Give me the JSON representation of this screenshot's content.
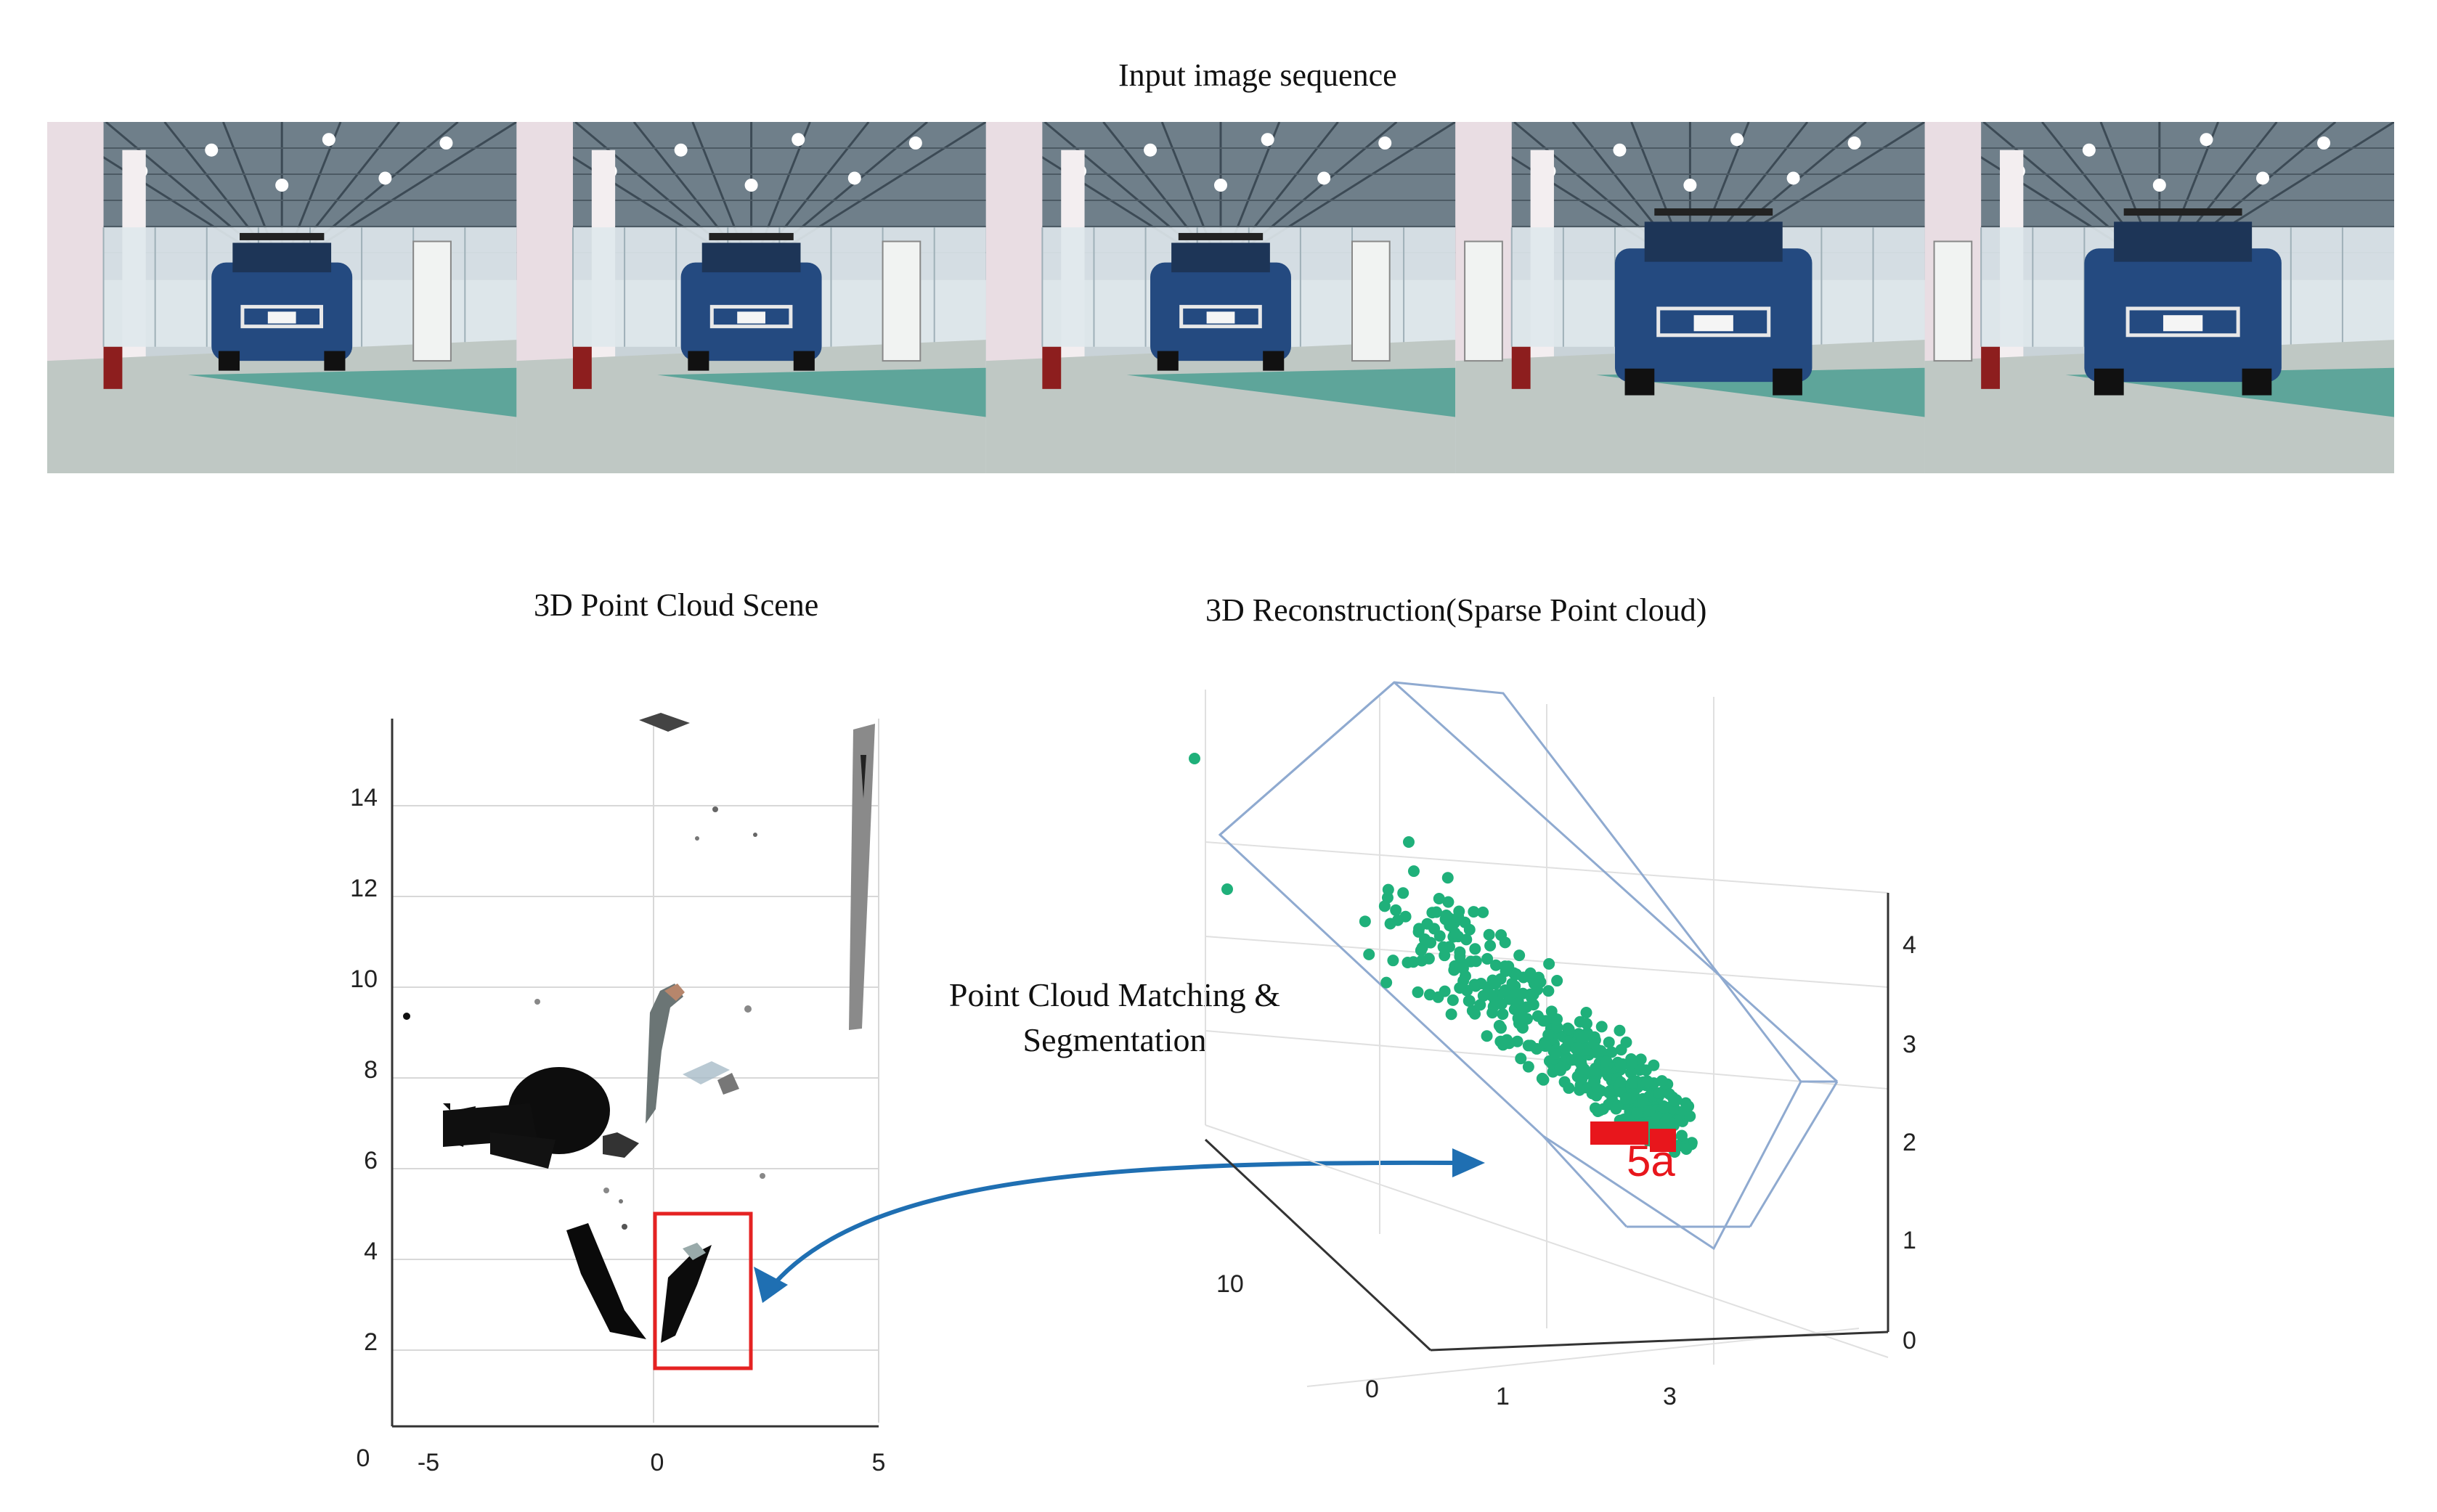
{
  "captions": {
    "sequence": "Input image sequence",
    "scene": "3D Point Cloud Scene",
    "reconstruction": "3D Reconstruction(Sparse Point cloud)"
  },
  "annotation": {
    "line1": "Point Cloud Matching &",
    "line2": "Segmentation"
  },
  "frames": [
    {
      "name": "frame-1"
    },
    {
      "name": "frame-2"
    },
    {
      "name": "frame-3"
    },
    {
      "name": "frame-4"
    },
    {
      "name": "frame-5"
    }
  ],
  "scene_axes": {
    "y_ticks": [
      "2",
      "4",
      "6",
      "8",
      "10",
      "12",
      "14"
    ],
    "x_ticks": [
      "-5",
      "0",
      "5"
    ],
    "z_tick": "0"
  },
  "recon_axes": {
    "z_ticks": [
      "0",
      "1",
      "2",
      "3",
      "4"
    ],
    "x_ticks": [
      "1",
      "3"
    ],
    "y_ticks": [
      "0",
      "10"
    ],
    "marker_label": "5a"
  },
  "colors": {
    "highlight_box": "#e52222",
    "arrow": "#1f6fb2",
    "points": "#1fb07a",
    "frustum": "#8faad0",
    "marker": "#e8161c"
  }
}
